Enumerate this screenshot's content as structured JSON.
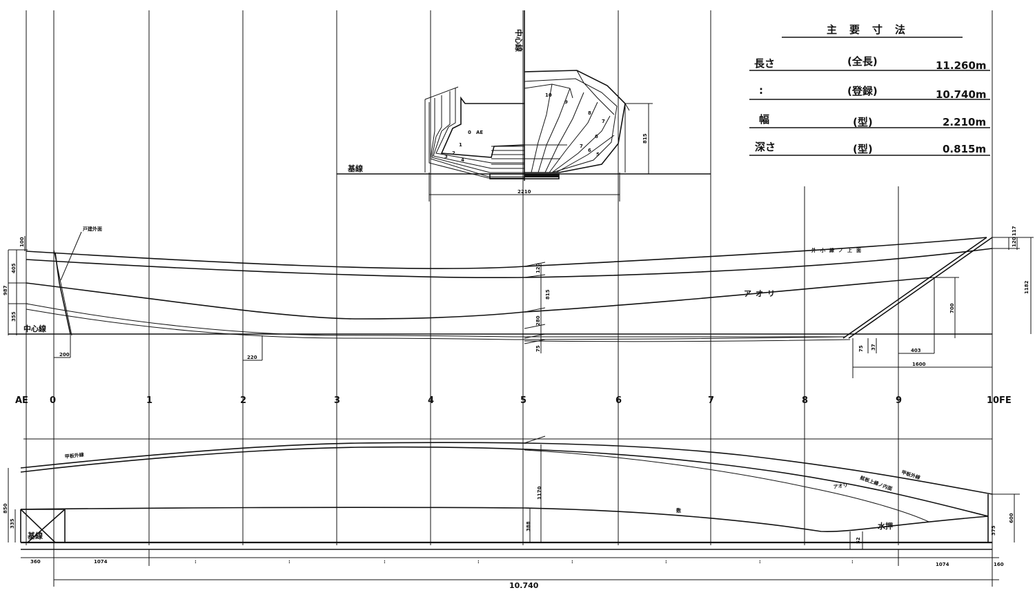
{
  "dimensions_table": {
    "title": "主要寸法",
    "rows": [
      {
        "label": "長さ",
        "note": "(全長)",
        "value": "11.260m"
      },
      {
        "label": ":",
        "note": "(登録)",
        "value": "10.740m"
      },
      {
        "label": "幅",
        "note": "(型)",
        "value": "2.210m"
      },
      {
        "label": "深さ",
        "note": "(型)",
        "value": "0.815m"
      }
    ]
  },
  "body_plan": {
    "centerline_label": "中心線",
    "baseline_label": "基線",
    "breadth_dim": "2210",
    "depth_dim": "815",
    "aft_sections": [
      "0",
      "AE",
      "1",
      "2",
      "3",
      "4"
    ],
    "fwd_sections": [
      "10",
      "9",
      "8",
      "7",
      "6",
      "7",
      "6",
      "5"
    ]
  },
  "half_breadth_plan": {
    "transom_label": "戸建外面",
    "centerline_label": "中心線",
    "gunwale_label": "外小縁ノ上面",
    "aori_label": "アオリ",
    "dims": {
      "d100": "100",
      "d405": "405",
      "d987": "987",
      "d355": "355",
      "d200": "200",
      "d220": "220",
      "d120": "120",
      "d815": "815",
      "d280": "280",
      "d75": "75",
      "d700": "700",
      "d37": "37",
      "d403": "403",
      "d1600": "1600",
      "d75b": "75",
      "d117": "117",
      "d120b": "120",
      "d1182": "1182"
    }
  },
  "stations": [
    "AE",
    "0",
    "1",
    "2",
    "3",
    "4",
    "5",
    "6",
    "7",
    "8",
    "9",
    "10",
    "FE"
  ],
  "profile": {
    "deck_label": "甲板外線",
    "deck_label_fwd": "甲板外線",
    "inner_label": "舷板上縁ノ内面",
    "aori_label": "アオリ",
    "keel_label": "敷",
    "water_label": "水押",
    "baseline_label": "基線",
    "dims": {
      "d850": "850",
      "d335": "335",
      "d1170": "1170",
      "d388": "388",
      "d52": "52",
      "d600": "600",
      "d375": "375"
    },
    "bottom_dims": {
      "d360": "360",
      "d1074a": "1074",
      "d1074b": "1074",
      "d160": "160",
      "colon": ":",
      "total": "10.740"
    }
  }
}
